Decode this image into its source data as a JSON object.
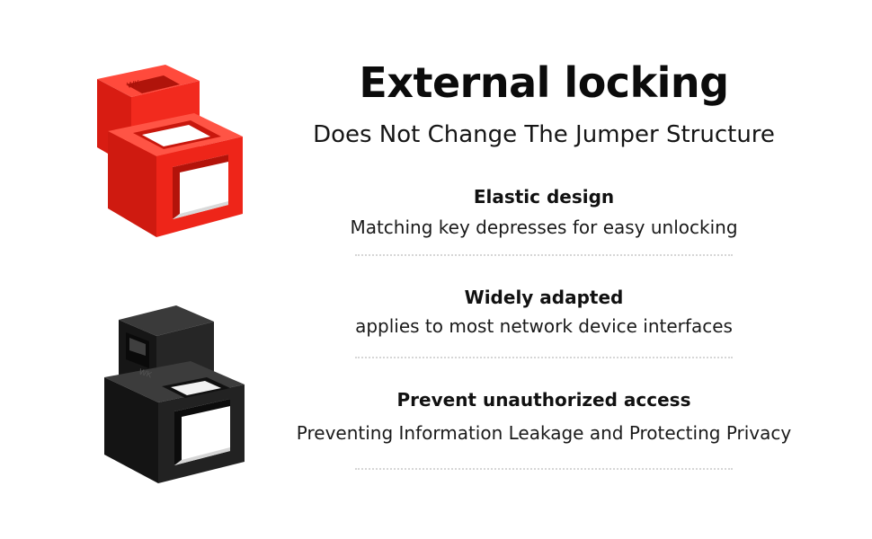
{
  "headline": "External locking",
  "subheadline": "Does Not Change The Jumper Structure",
  "features": [
    {
      "title": "Elastic design",
      "description": "Matching key depresses for easy unlocking"
    },
    {
      "title": "Widely adapted",
      "description": "applies to most network device interfaces"
    },
    {
      "title": "Prevent unauthorized access",
      "description": "Preventing Information Leakage and Protecting Privacy"
    }
  ],
  "products": [
    {
      "name": "red-network-port-lock",
      "color": "#e8231b",
      "marking": "WK"
    },
    {
      "name": "black-network-port-lock",
      "color": "#1e1e1e",
      "marking": "WK"
    }
  ]
}
